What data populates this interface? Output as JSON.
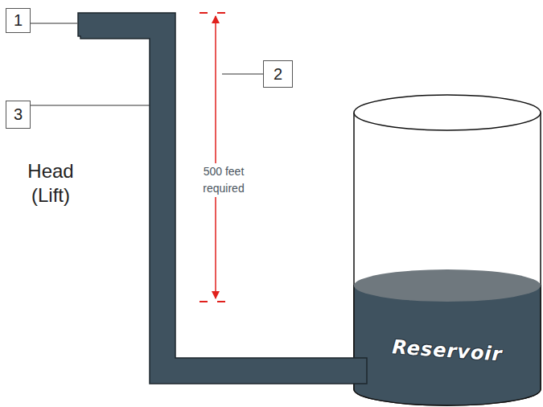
{
  "diagram": {
    "nodes": [
      {
        "text": [
          "1"
        ]
      },
      {
        "text": [
          "2"
        ]
      },
      {
        "text": [
          "3"
        ]
      },
      {
        "text": [
          "Reservoir"
        ]
      }
    ],
    "labels": [
      "Head (Lift)",
      "500 feet required"
    ]
  }
}
